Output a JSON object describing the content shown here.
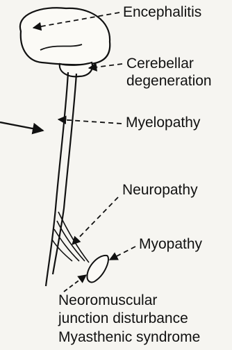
{
  "labels": {
    "encephalitis": "Encephalitis",
    "cerebellar_line1": "Cerebellar",
    "cerebellar_line2": "degeneration",
    "myelopathy": "Myelopathy",
    "neuropathy": "Neuropathy",
    "myopathy": "Myopathy",
    "nmj_line1": "Neoromuscular",
    "nmj_line2": "junction disturbance",
    "nmj_line3": "Myasthenic syndrome"
  }
}
